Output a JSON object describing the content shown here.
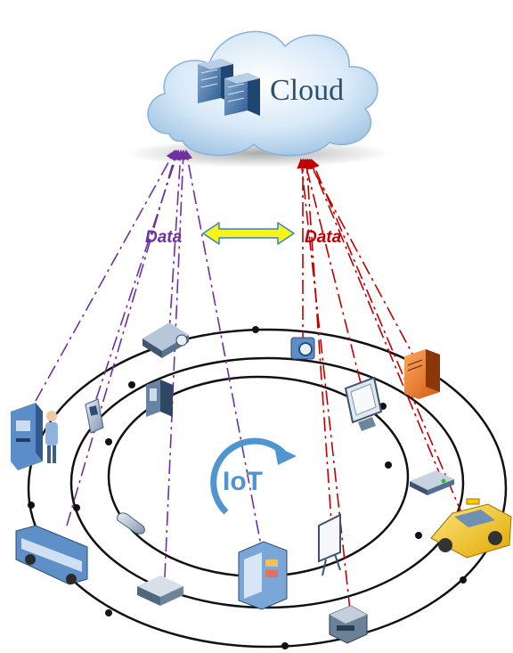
{
  "cloud": {
    "label": "Cloud"
  },
  "labels": {
    "left": "Data",
    "right": "Data"
  },
  "center": {
    "label": "IoT"
  },
  "colors": {
    "left_links": "#7030a0",
    "right_links": "#c00000",
    "arrow_fill": "#f5f51a",
    "arrow_stroke": "#3a7fd0",
    "rings": "#111111",
    "iot_arrow": "#4f95cf"
  }
}
